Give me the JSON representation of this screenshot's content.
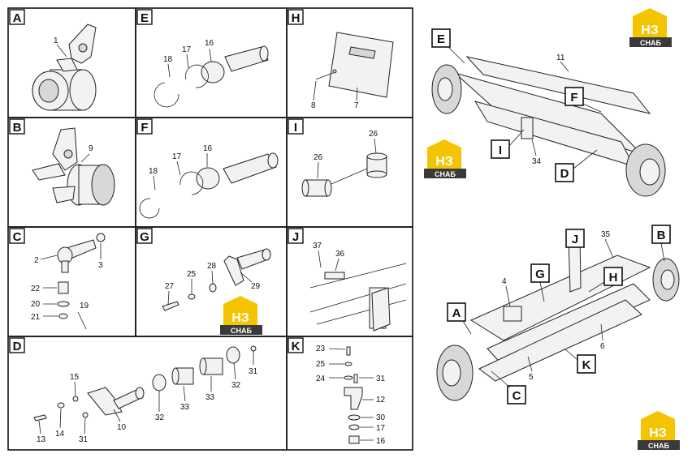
{
  "sections": [
    {
      "key": "A",
      "labels": [
        "1"
      ]
    },
    {
      "key": "E",
      "labels": [
        "18",
        "17",
        "16"
      ]
    },
    {
      "key": "H",
      "labels": [
        "8",
        "7"
      ]
    },
    {
      "key": "B",
      "labels": [
        "9"
      ]
    },
    {
      "key": "F",
      "labels": [
        "18",
        "17",
        "16"
      ]
    },
    {
      "key": "I",
      "labels": [
        "26",
        "26"
      ]
    },
    {
      "key": "C",
      "labels": [
        "2",
        "3",
        "22",
        "20",
        "19",
        "21"
      ]
    },
    {
      "key": "G",
      "labels": [
        "27",
        "25",
        "28",
        "29"
      ]
    },
    {
      "key": "J",
      "labels": [
        "37",
        "36"
      ]
    },
    {
      "key": "D",
      "labels": [
        "15",
        "14",
        "13",
        "31",
        "10",
        "32",
        "33",
        "33",
        "32",
        "31"
      ]
    },
    {
      "key": "K",
      "labels": [
        "23",
        "25",
        "24",
        "31",
        "12",
        "30",
        "17",
        "16"
      ]
    }
  ],
  "overview_top": {
    "callouts": [
      "E",
      "F",
      "I",
      "D"
    ],
    "numbers": [
      "11",
      "34"
    ]
  },
  "overview_bottom": {
    "callouts": [
      "J",
      "B",
      "G",
      "H",
      "A",
      "K",
      "C"
    ],
    "numbers": [
      "35",
      "4",
      "6",
      "5"
    ]
  },
  "logo": {
    "top_text": "НЗ",
    "bottom_text": "СНАБ",
    "color_yellow": "#f5c400",
    "color_dark": "#3a3a3a"
  }
}
